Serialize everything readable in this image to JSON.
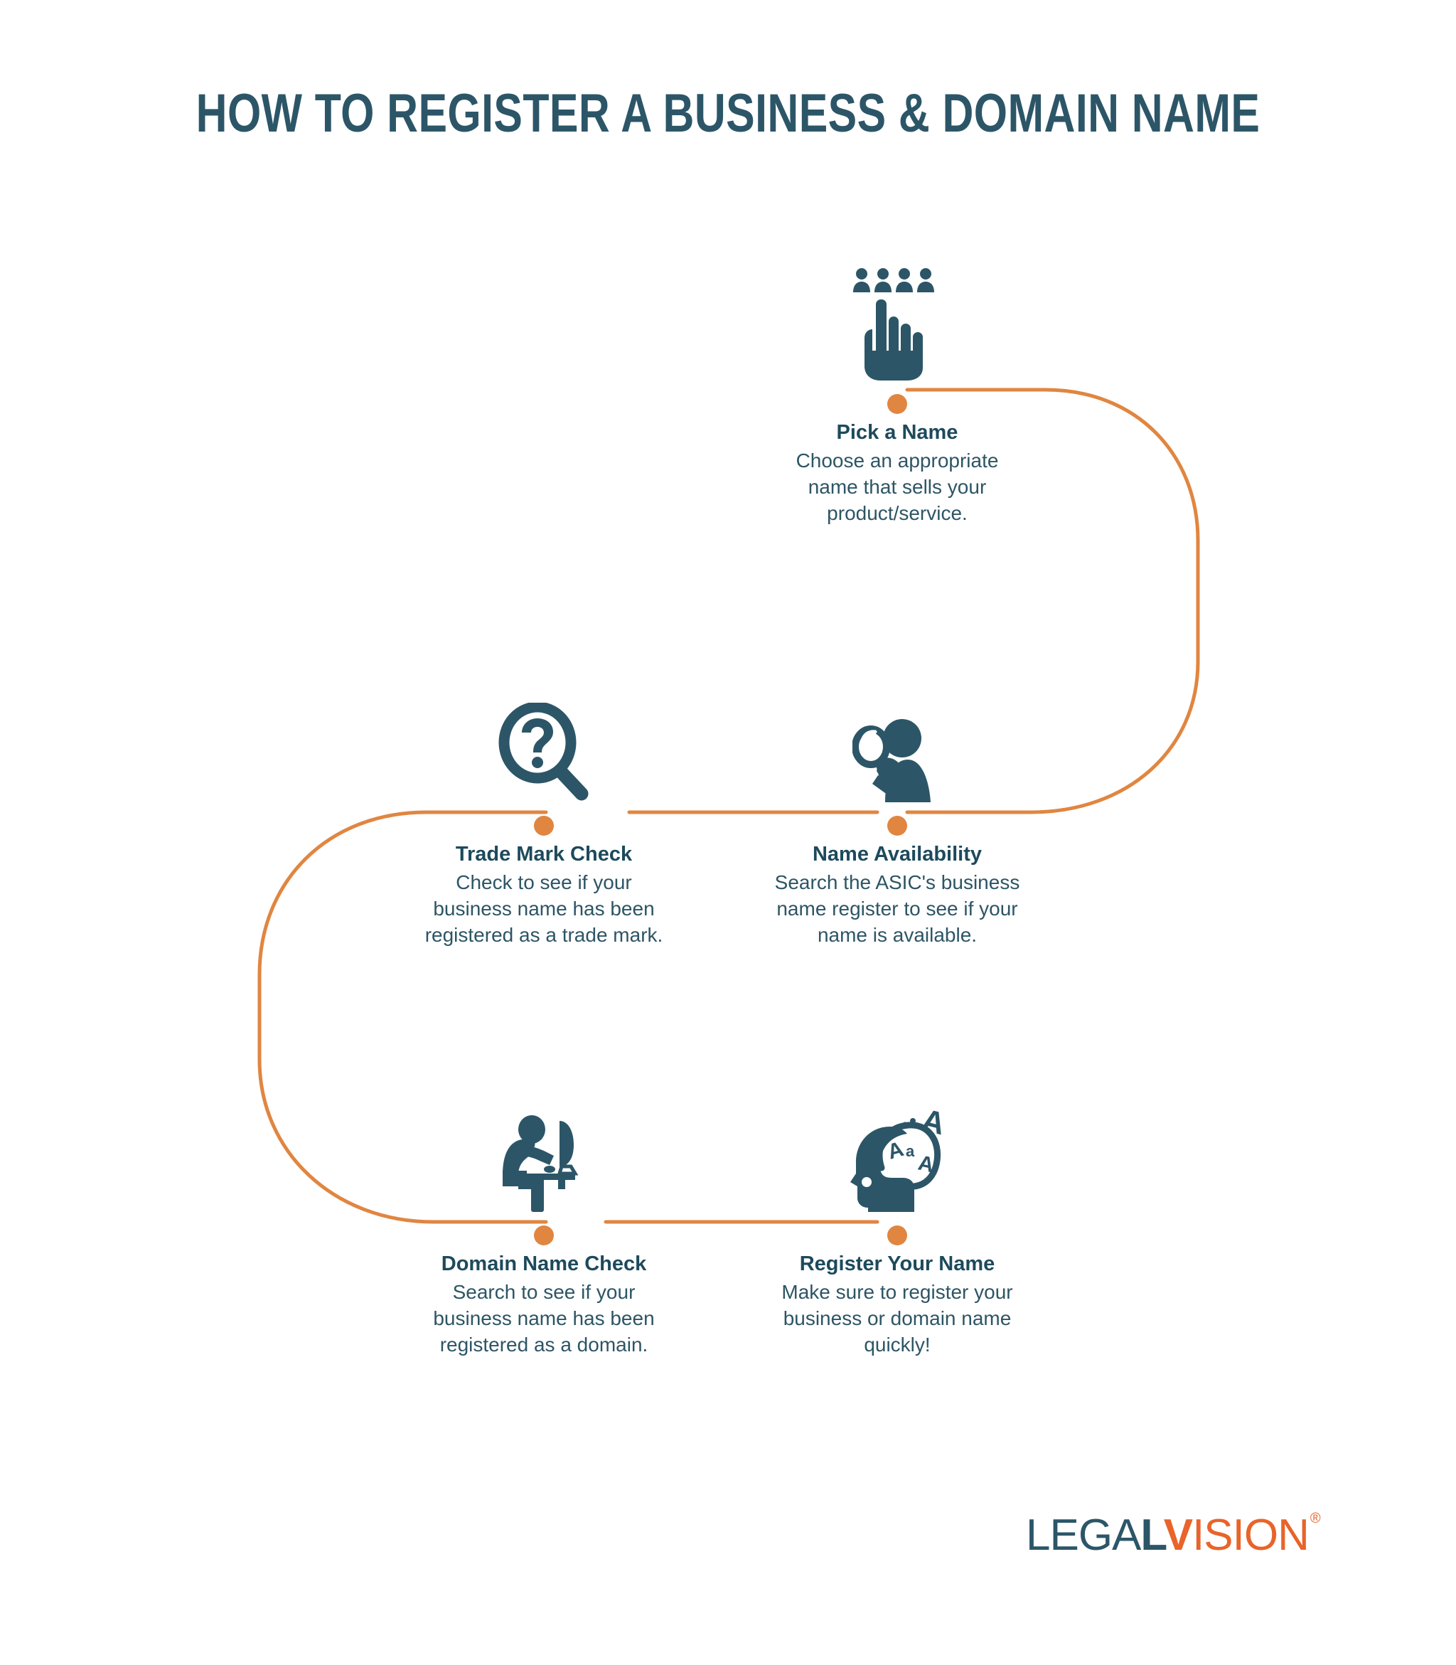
{
  "page": {
    "title": "HOW TO REGISTER A BUSINESS & DOMAIN NAME",
    "background_color": "#ffffff"
  },
  "colors": {
    "teal": "#2c5668",
    "heading_teal": "#1d4a5c",
    "body_teal": "#2d5565",
    "orange": "#e08641",
    "logo_orange": "#e8642a"
  },
  "steps": [
    {
      "id": "pick-a-name",
      "icon": "people-pointing-hand-icon",
      "title": "Pick a Name",
      "description": "Choose an appropriate name that sells your product/service."
    },
    {
      "id": "trade-mark-check",
      "icon": "magnifier-question-icon",
      "title": "Trade Mark Check",
      "description": "Check to see if your business name has been registered as a trade mark."
    },
    {
      "id": "name-availability",
      "icon": "person-magnifier-icon",
      "title": "Name Availability",
      "description": "Search the ASIC's business name register to see if your name is available."
    },
    {
      "id": "domain-name-check",
      "icon": "person-at-desk-computer-icon",
      "title": "Domain Name Check",
      "description": "Search to see if your business name has been registered as a domain."
    },
    {
      "id": "register-your-name",
      "icon": "head-with-letters-icon",
      "title": "Register Your Name",
      "description": "Make sure to register your business or domain name quickly!"
    }
  ],
  "logo": {
    "part1": "LEGA",
    "part2": "L",
    "part3": "V",
    "part4": "ISION",
    "registered": "®"
  }
}
